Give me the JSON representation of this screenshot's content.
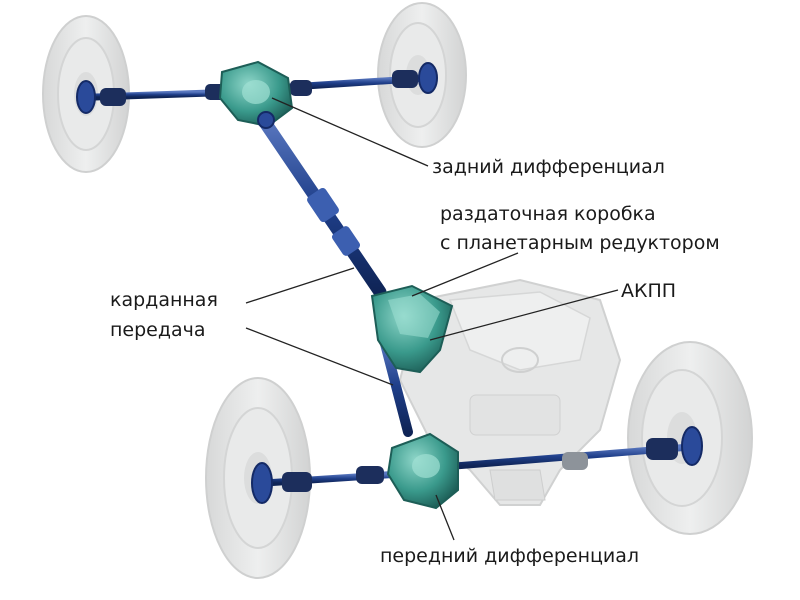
{
  "labels": {
    "rear_differential": "задний дифференциал",
    "transfer_case_line1": "раздаточная коробка",
    "transfer_case_line2": "с планетарным редуктором",
    "automatic_transmission": "АКПП",
    "propeller_shaft_line1": "карданная",
    "propeller_shaft_line2": "передача",
    "front_differential": "передний дифференциал"
  },
  "colors": {
    "shaft": "#1f3f8a",
    "differential": "#3a9a8c",
    "tire": "#e2e3e3",
    "engine": "#e6e7e7",
    "leader_line": "#222222"
  }
}
